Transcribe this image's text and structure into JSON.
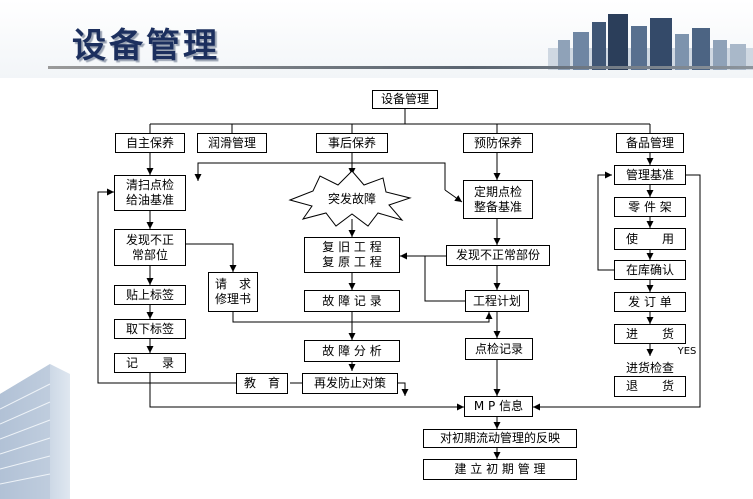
{
  "page": {
    "title": "设备管理"
  },
  "nodes": {
    "root": "设备管理",
    "self_maintenance": "自主保养",
    "lubrication": "润滑管理",
    "breakdown_maintenance": "事后保养",
    "preventive_maintenance": "预防保养",
    "spare_parts": "备品管理",
    "clean_inspect": "清扫点检\n给油基准",
    "find_abnormal": "发现不正\n常部位",
    "attach_tag": "贴上标签",
    "remove_tag": "取下标签",
    "record": "记　　录",
    "request_repair": "请　求\n修理书",
    "sudden_failure": "突发故障",
    "restore": "复 旧 工 程\n复 原 工 程",
    "failure_record": "故 障 记 录",
    "failure_analysis": "故 障 分 析",
    "recurrence_prevention": "再发防止对策",
    "education": "教　育",
    "periodic_inspection": "定期点检\n整备基准",
    "found_abnormal_part": "发现不正常部份",
    "work_plan": "工程计划",
    "inspection_record": "点检记录",
    "management_standard": "管理基准",
    "parts_rack": "零 件 架",
    "use": "使　　用",
    "stock_confirm": "在库确认",
    "place_order": "发 订 单",
    "receive_goods": "进　　货",
    "incoming_inspection": "进货检查",
    "yes_label": "YES",
    "return_goods": "退　　货",
    "mp_info": "M P 信息",
    "feedback": "对初期流动管理的反映",
    "establish": "建 立 初 期 管 理"
  }
}
